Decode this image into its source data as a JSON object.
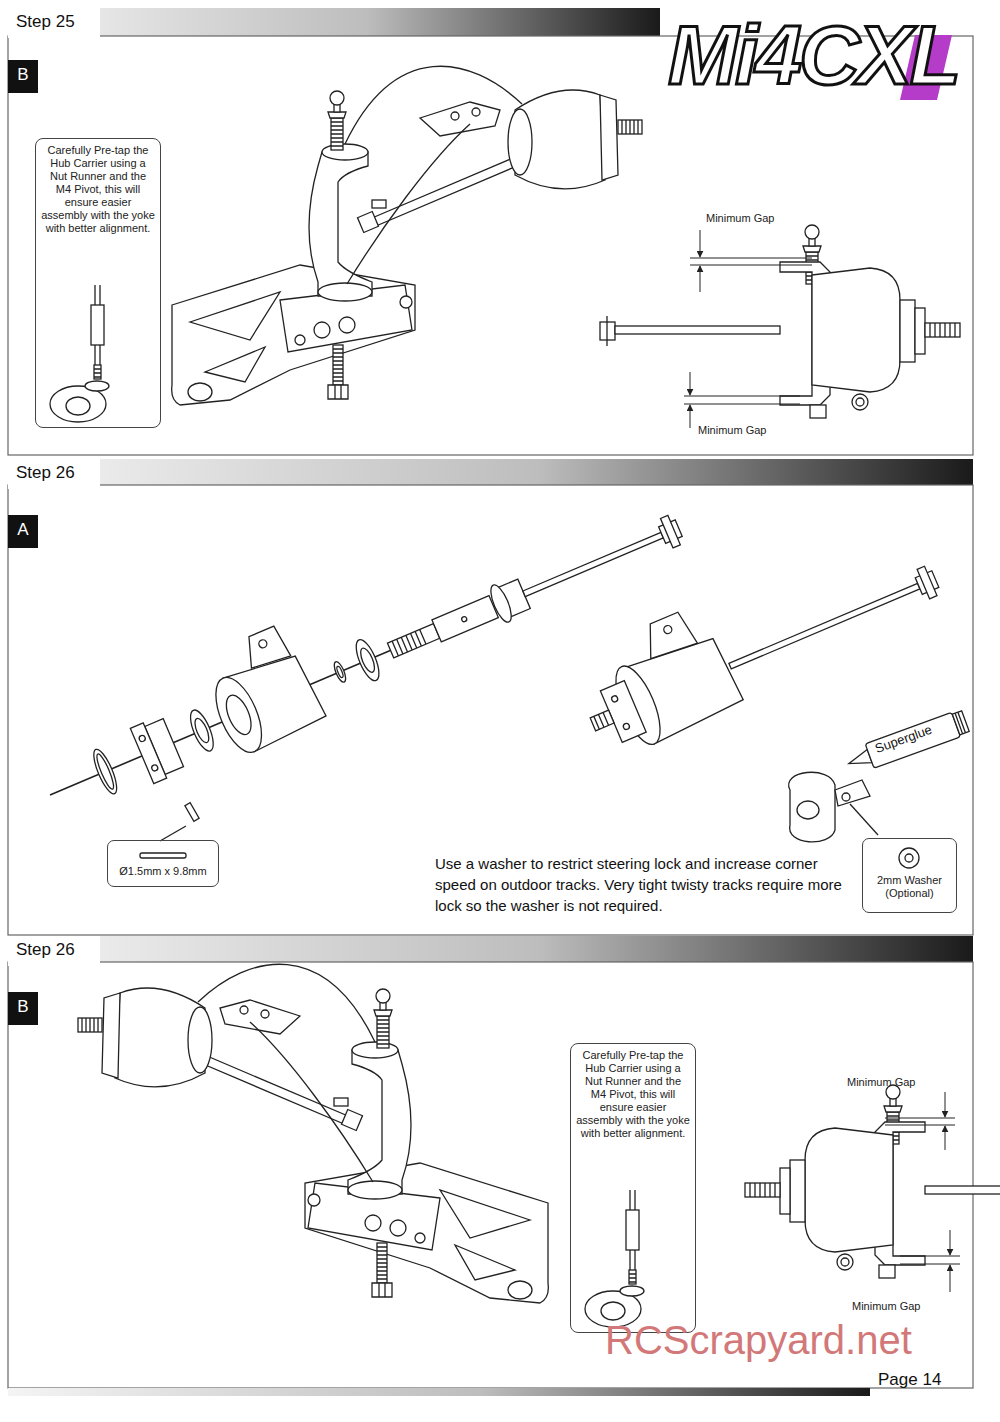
{
  "diagram": {
    "nodes": [
      {
        "text": [
          "Step 25"
        ]
      },
      {
        "text": [
          "B"
        ]
      },
      {
        "text": [
          "Carefully Pre-tap the Hub Carrier using a Nut Runner and the M4 Pivot, this will ensure easier assembly with the yoke with better alignment."
        ]
      },
      {
        "text": [
          "Step 26"
        ]
      },
      {
        "text": [
          "A"
        ]
      },
      {
        "text": [
          "Ø1.5mm x 9.8mm"
        ]
      },
      {
        "text": [
          "2mm Washer (Optional)"
        ]
      },
      {
        "text": [
          "Step 26"
        ]
      },
      {
        "text": [
          "B"
        ]
      },
      {
        "text": [
          "Carefully Pre-tap the Hub Carrier using a Nut Runner and the M4 Pivot, this will ensure easier assembly with the yoke with better alignment."
        ]
      }
    ],
    "labels": [
      "Mi4CXL",
      "Minimum Gap",
      "Minimum Gap",
      "Use a washer to restrict steering lock and increase corner speed on outdoor tracks. Very tight twisty tracks require more lock so the washer is not required.",
      "Superglue",
      "Minimum Gap",
      "Minimum Gap",
      "Page 14",
      "RCScrapyard.net"
    ]
  }
}
